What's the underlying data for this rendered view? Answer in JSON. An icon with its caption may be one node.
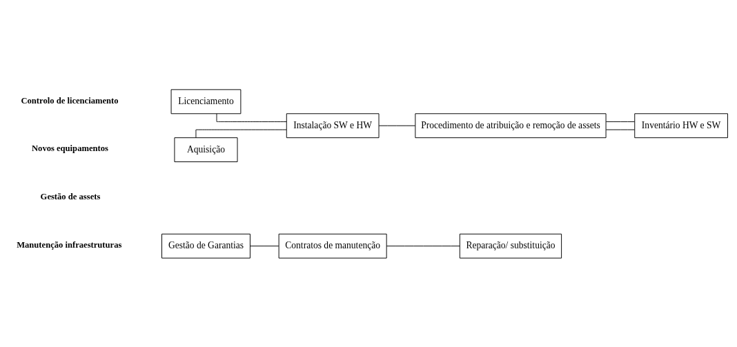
{
  "diagram": {
    "nodes": [
      {
        "text": [
          "Licenciamento"
        ]
      },
      {
        "text": [
          "Aquisição"
        ]
      },
      {
        "text": [
          "Instalação SW e HW"
        ]
      },
      {
        "text": [
          "Procedimento de atribuição e remoção de assets"
        ]
      },
      {
        "text": [
          "Inventário HW e SW"
        ]
      },
      {
        "text": [
          "Gestão de Garantias"
        ]
      },
      {
        "text": [
          "Contratos de manutenção"
        ]
      },
      {
        "text": [
          "Reparação/ substituição"
        ]
      }
    ],
    "edges": [
      {
        "from": 0,
        "to": 2,
        "arrow": "none"
      },
      {
        "from": 1,
        "to": 2,
        "arrow": "none"
      },
      {
        "from": 2,
        "to": 3,
        "arrow": "none"
      },
      {
        "from": 3,
        "to": 4,
        "arrow": "none"
      },
      {
        "from": 3,
        "to": 4,
        "arrow": "none"
      },
      {
        "from": 5,
        "to": 6,
        "arrow": "none"
      },
      {
        "from": 6,
        "to": 7,
        "arrow": "none"
      }
    ],
    "labels": [
      "Controlo de licenciamento",
      "Novos equipamentos",
      "Gestão de assets",
      "Manutenção infraestruturas"
    ]
  }
}
